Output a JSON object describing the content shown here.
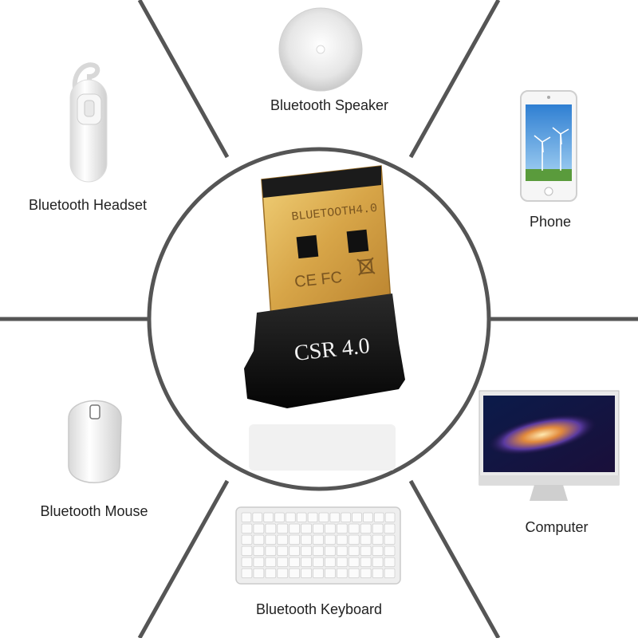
{
  "center": {
    "dongle_marking": "BLUETOOTH4.0",
    "cert_marks": "CE FC",
    "body_text": "CSR 4.0"
  },
  "devices": {
    "speaker": "Bluetooth Speaker",
    "headset": "Bluetooth Headset",
    "phone": "Phone",
    "mouse": "Bluetooth Mouse",
    "computer": "Computer",
    "keyboard": "Bluetooth Keyboard"
  },
  "colors": {
    "lines": "#555555",
    "gold": "#d9a84a",
    "black": "#111111"
  }
}
